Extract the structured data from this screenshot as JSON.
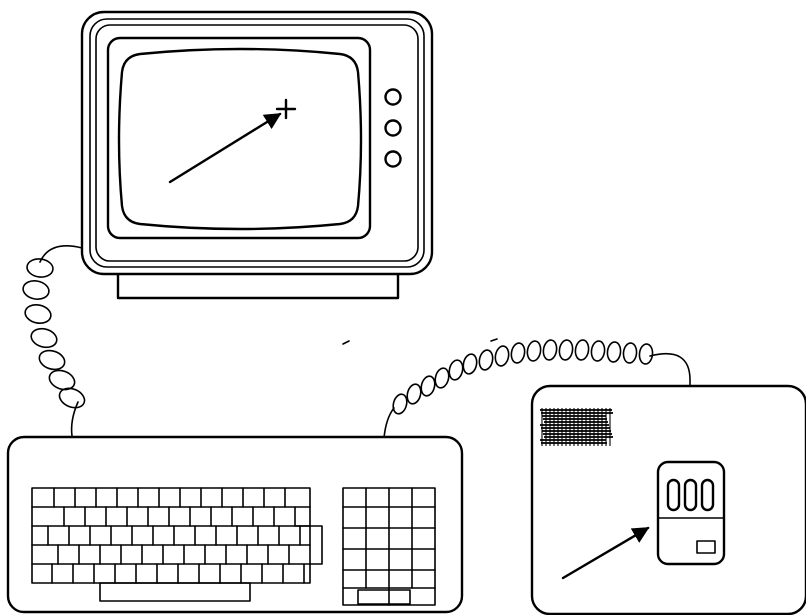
{
  "illustration": {
    "components": [
      {
        "name": "monitor",
        "features": [
          "screen",
          "crosshair-cursor",
          "cursor-motion-arrow",
          "three-control-knobs",
          "stand"
        ]
      },
      {
        "name": "keyboard",
        "features": [
          "main-key-block",
          "numeric-keypad",
          "coiled-cable-to-monitor"
        ]
      },
      {
        "name": "mouse-pad",
        "features": [
          "mouse",
          "three-mouse-buttons",
          "mouse-motion-arrow",
          "coiled-cable-to-keyboard",
          "printed-logo-mark"
        ]
      }
    ],
    "knob_count": 3,
    "mouse_button_count": 3
  }
}
